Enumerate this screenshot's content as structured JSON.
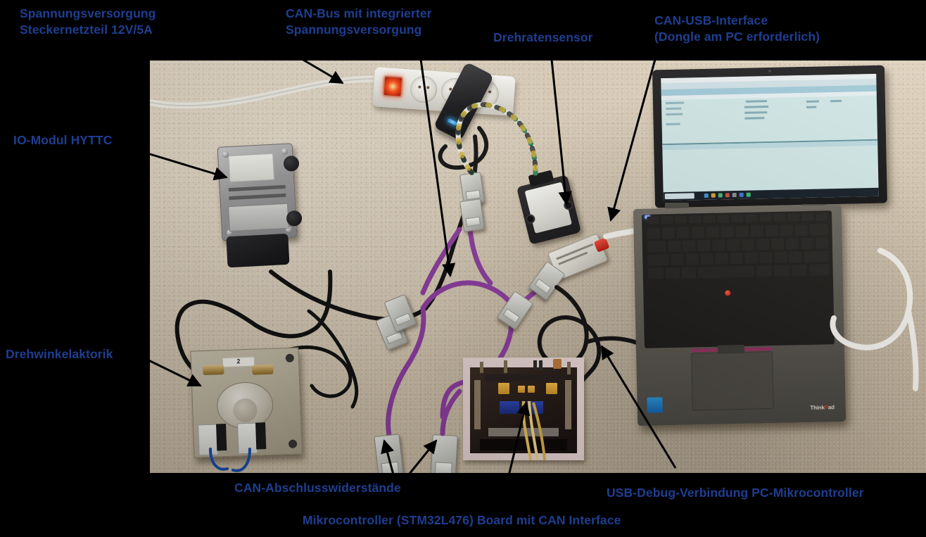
{
  "figure": {
    "kind": "annotated-photograph",
    "subject": "CAN bus demonstrator test bench",
    "background_color": "#000000",
    "label_color": "#1f3e91",
    "arrow_color": "#000000"
  },
  "labels": [
    {
      "id": "power-supply",
      "text": "Spannungsversorgung\nSteckernetzteil 12V/5A"
    },
    {
      "id": "can-bus-power",
      "text": "CAN-Bus mit integrierter\nSpannungsversorgung"
    },
    {
      "id": "gyro-sensor",
      "text": "Drehratensensor"
    },
    {
      "id": "can-usb-interface",
      "text": "CAN-USB-Interface\n(Dongle am PC erforderlich)"
    },
    {
      "id": "io-module",
      "text": "IO-Modul HYTTC"
    },
    {
      "id": "rotary-actuator",
      "text": "Drehwinkelaktorik"
    },
    {
      "id": "can-terminators",
      "text": "CAN-Abschlusswiderstände"
    },
    {
      "id": "usb-debug",
      "text": "USB-Debug-Verbindung PC-Mikrocontroller"
    },
    {
      "id": "microcontroller",
      "text": "Mikrocontroller (STM32L476) Board mit CAN Interface"
    }
  ],
  "photo": {
    "components": [
      {
        "id": "power-strip",
        "name": "Steckdosenleiste mit Schalter"
      },
      {
        "id": "psu-brick",
        "name": "Steckernetzteil 12V/5A"
      },
      {
        "id": "io-module",
        "name": "IO-Modul HYTTC"
      },
      {
        "id": "gyro-sensor",
        "name": "Drehratensensor"
      },
      {
        "id": "can-usb-dongle",
        "name": "CAN-USB-Interface"
      },
      {
        "id": "mcu-board",
        "name": "STM32L476 Board mit CAN Interface"
      },
      {
        "id": "rotary-actuator",
        "name": "Drehwinkelaktorik Platte"
      },
      {
        "id": "db9-terminator-left",
        "name": "CAN-Abschlusswiderstand"
      },
      {
        "id": "db9-terminator-right",
        "name": "CAN-Abschlusswiderstand"
      },
      {
        "id": "laptop",
        "name": "Lenovo ThinkPad Notebook"
      }
    ],
    "actuator_plate_marking": "2",
    "laptop_brand": "ThinkPad",
    "laptop_brand_accent": "P",
    "cable_colors": {
      "can": "#8e3fa0",
      "power": "#111111",
      "usb": "#f2f0ec",
      "signal": "#efefe9"
    }
  }
}
